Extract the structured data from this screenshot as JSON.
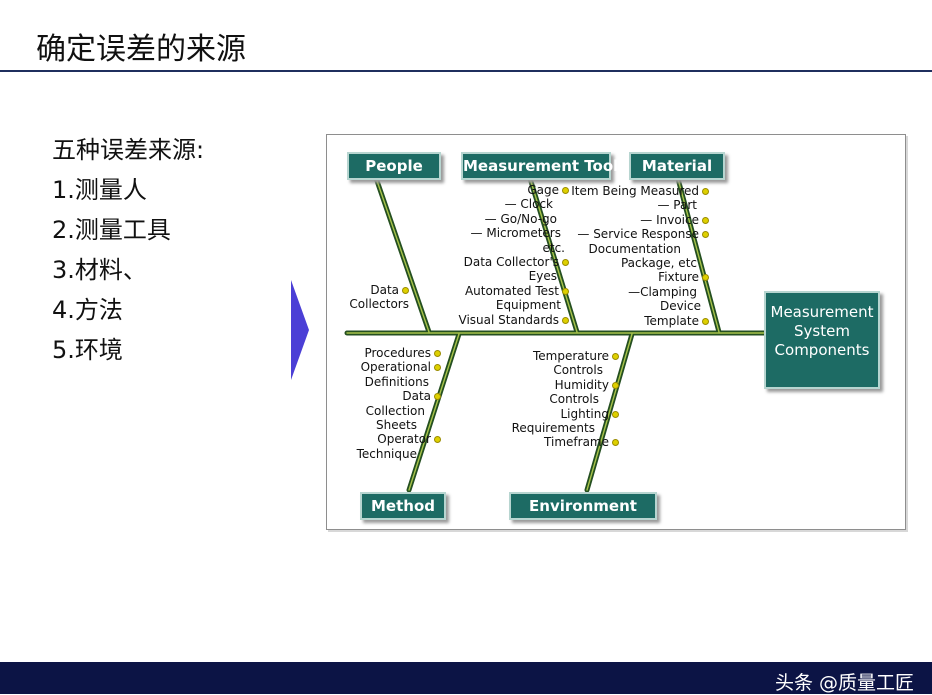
{
  "title": "确定误差的来源",
  "sources": {
    "heading": "五种误差来源:",
    "items": [
      "1.测量人",
      "2.测量工具",
      "3.材料、",
      "4.方法",
      "5.环境"
    ]
  },
  "diagram": {
    "categories": {
      "people": "People",
      "tool": "Measurement Tool",
      "material": "Material",
      "method": "Method",
      "environment": "Environment"
    },
    "result": [
      "Measurement",
      "System",
      "Components"
    ],
    "people_items": [
      "Data",
      "Collectors"
    ],
    "tool_items": [
      "Gage",
      "— Clock",
      "— Go/No-go",
      "— Micrometers",
      "etc.",
      "Data Collector's",
      "Eyes",
      "Automated Test",
      "Equipment",
      "Visual Standards"
    ],
    "material_items": [
      "Item Being Measured",
      "— Part",
      "— Invoice",
      "— Service Response",
      "Documentation",
      "Package, etc",
      "Fixture",
      "—Clamping",
      "Device",
      "Template"
    ],
    "method_items": [
      "Procedures",
      "Operational",
      "Definitions",
      "Data",
      "Collection",
      "Sheets",
      "Operator",
      "Technique"
    ],
    "environment_items": [
      "Temperature",
      "Controls",
      "Humidity",
      "Controls",
      "Lighting",
      "Requirements",
      "Timeframe"
    ],
    "colors": {
      "box": "#1d6b64",
      "spine": "#244f20",
      "bullet": "#ded000",
      "arrow": "#4b3fd6"
    }
  },
  "footer": {
    "watermark": "头条 @质量工匠"
  }
}
